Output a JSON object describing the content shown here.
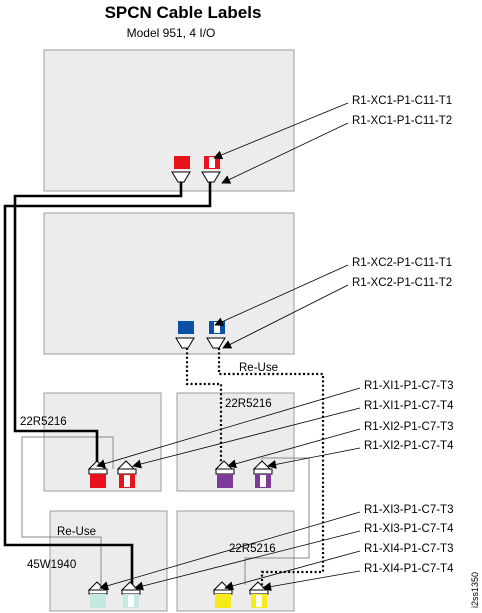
{
  "title": "SPCN Cable Labels",
  "subtitle": "Model 951, 4 I/O",
  "cable_labels": {
    "xc1_t1": "R1-XC1-P1-C11-T1",
    "xc1_t2": "R1-XC1-P1-C11-T2",
    "xc2_t1": "R1-XC2-P1-C11-T1",
    "xc2_t2": "R1-XC2-P1-C11-T2",
    "xi1_t3": "R1-XI1-P1-C7-T3",
    "xi1_t4": "R1-XI1-P1-C7-T4",
    "xi2_t3": "R1-XI2-P1-C7-T3",
    "xi2_t4": "R1-XI2-P1-C7-T4",
    "xi3_t3": "R1-XI3-P1-C7-T3",
    "xi3_t4": "R1-XI3-P1-C7-T4",
    "xi4_t3": "R1-XI4-P1-C7-T3",
    "xi4_t4": "R1-XI4-P1-C7-T4"
  },
  "annotations": {
    "reuse_upper": "Re-Use",
    "reuse_lower": "Re-Use",
    "part_1": "22R5216",
    "part_2": "22R5216",
    "part_3": "22R5216",
    "part_4": "45W1940"
  },
  "figure_id": "i2ss1350",
  "colors": {
    "red": "#e8121c",
    "blue": "#0b4fa8",
    "purple": "#7e3a96",
    "mint": "#c6e8e3",
    "yellow": "#f7ea1c"
  }
}
